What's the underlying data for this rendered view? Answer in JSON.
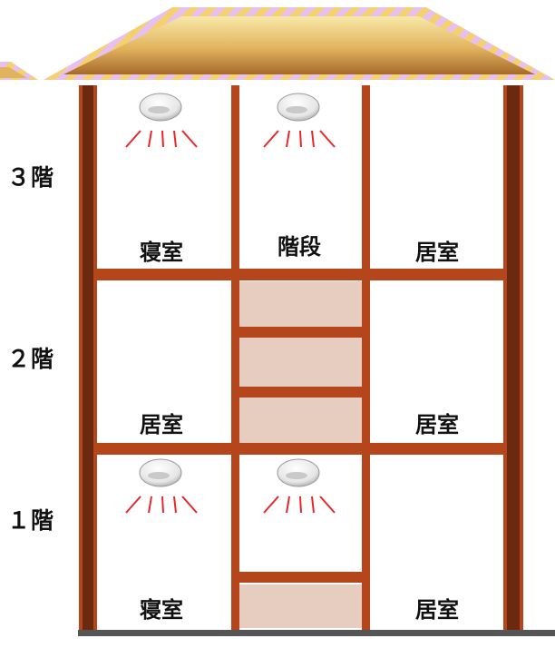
{
  "floors": {
    "f3": "３階",
    "f2": "２階",
    "f1": "１階"
  },
  "rooms": {
    "r3_left": "寝室",
    "r3_mid": "階段",
    "r3_right": "居室",
    "r2_left": "居室",
    "r2_right": "居室",
    "r1_left": "寝室",
    "r1_right": "居室"
  },
  "detectors": [
    {
      "floor": "3",
      "room": "寝室"
    },
    {
      "floor": "3",
      "room": "階段"
    },
    {
      "floor": "1",
      "room": "寝室"
    },
    {
      "floor": "1",
      "room": "階段"
    }
  ],
  "colors": {
    "beam": "#B5451B",
    "beam_dark": "#6B2A10",
    "stairwell": "#E6CDBF",
    "roof_fill": "#D9A050",
    "roof_edge": "#C48CE0",
    "ground": "#555555",
    "alarm_rays": "#E8262A"
  }
}
